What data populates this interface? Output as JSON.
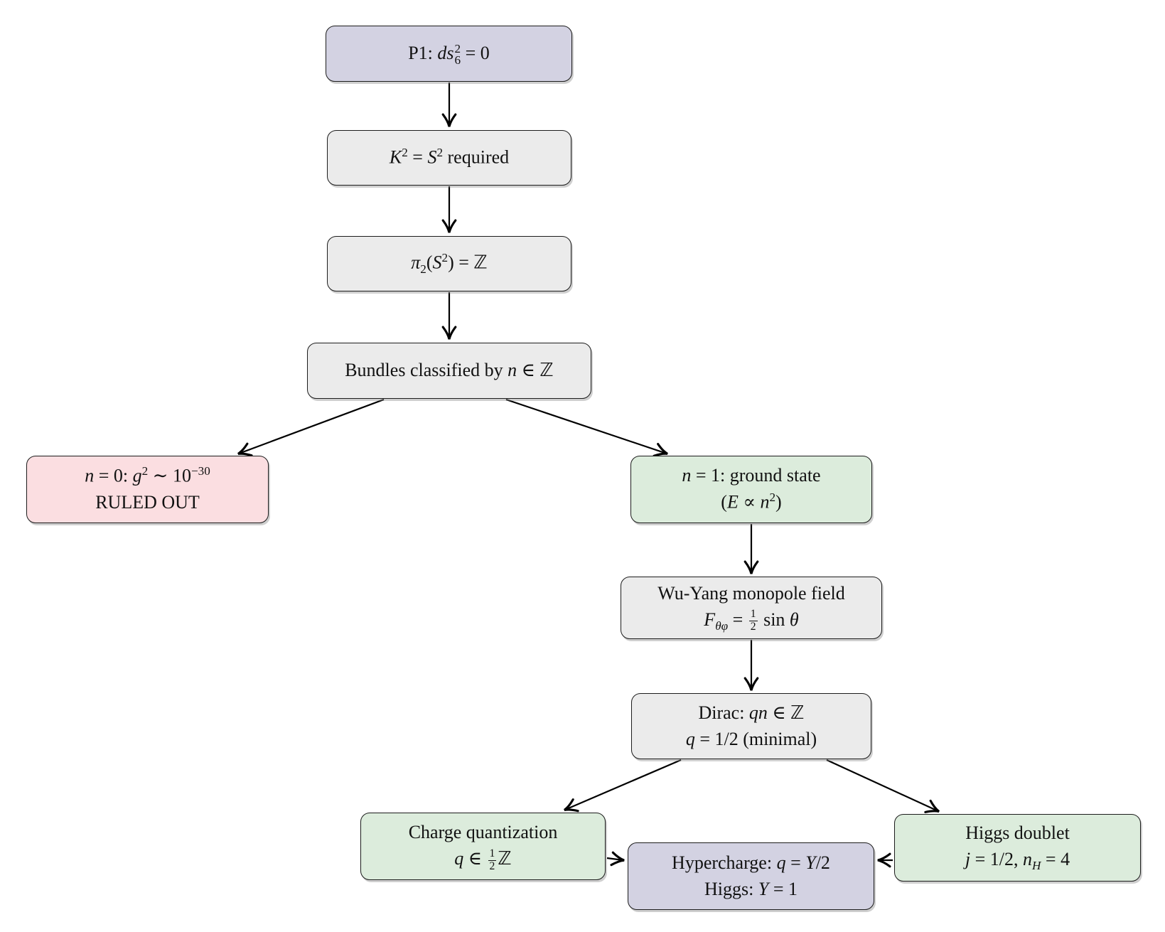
{
  "diagram": {
    "description": "Flowchart deriving charge quantization and hypercharge from compactification topology",
    "colors": {
      "purple_fill": "#d3d2e2",
      "gray_fill": "#ebebeb",
      "pink_fill": "#fbdee1",
      "green_fill": "#dcecdc",
      "border": "#1c1c1c",
      "arrow": "#000000",
      "background": "#ffffff"
    },
    "nodes": {
      "p1": {
        "color": "purple",
        "lines": [
          "P1: <i>ds</i><span class='supsub'><span class='sup'>2</span><span class='sub'>6</span></span> = 0"
        ]
      },
      "k2": {
        "color": "gray",
        "lines": [
          "<i>K</i><sup>2</sup> = <i>S</i><sup>2</sup> required"
        ]
      },
      "pi2": {
        "color": "gray",
        "lines": [
          "<i>π</i><sub>2</sub>(<i>S</i><sup>2</sup>) = <span class='bb'>ℤ</span>"
        ]
      },
      "bundles": {
        "color": "gray",
        "lines": [
          "Bundles classified by <i>n</i> ∈ <span class='bb'>ℤ</span>"
        ]
      },
      "n0": {
        "color": "pink",
        "lines": [
          "<i>n</i> = 0: <i>g</i><sup>2</sup> ∼ 10<sup>−30</sup>",
          "RULED OUT"
        ]
      },
      "n1": {
        "color": "green",
        "lines": [
          "<i>n</i> = 1: ground state",
          "(<i>E</i> ∝ <i>n</i><sup>2</sup>)"
        ]
      },
      "wuyang": {
        "color": "gray",
        "lines": [
          "Wu-Yang monopole field",
          "<i>F</i><sub><i>θφ</i></sub> = <span class='frac'><span class='num'>1</span><span class='den'>2</span></span> sin <i>θ</i>"
        ]
      },
      "dirac": {
        "color": "gray",
        "lines": [
          "Dirac: <i>qn</i> ∈ <span class='bb'>ℤ</span>",
          "<i>q</i> = 1/2 (minimal)"
        ]
      },
      "charge": {
        "color": "green",
        "lines": [
          "Charge quantization",
          "<i>q</i> ∈ <span class='frac'><span class='num'>1</span><span class='den'>2</span></span><span class='bb'>ℤ</span>"
        ]
      },
      "hyper": {
        "color": "purple",
        "lines": [
          "Hypercharge: <i>q</i> = <i>Y</i>/2",
          "Higgs: <i>Y</i> = 1"
        ]
      },
      "higgs": {
        "color": "green",
        "lines": [
          "Higgs doublet",
          "<i>j</i> = 1/2, <i>n</i><sub><i>H</i></sub> = 4"
        ]
      }
    },
    "edges": [
      {
        "from": "p1",
        "to": "k2"
      },
      {
        "from": "k2",
        "to": "pi2"
      },
      {
        "from": "pi2",
        "to": "bundles"
      },
      {
        "from": "bundles",
        "to": "n0"
      },
      {
        "from": "bundles",
        "to": "n1"
      },
      {
        "from": "n1",
        "to": "wuyang"
      },
      {
        "from": "wuyang",
        "to": "dirac"
      },
      {
        "from": "dirac",
        "to": "charge"
      },
      {
        "from": "dirac",
        "to": "higgs"
      },
      {
        "from": "charge",
        "to": "hyper"
      },
      {
        "from": "higgs",
        "to": "hyper"
      }
    ]
  }
}
